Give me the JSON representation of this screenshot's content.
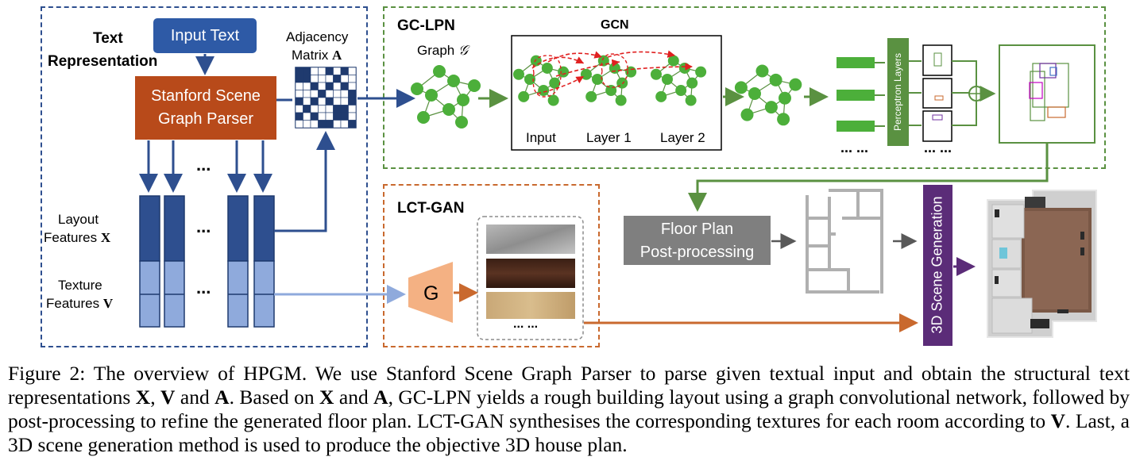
{
  "text_rep": {
    "title_line1": "Text",
    "title_line2": "Representation",
    "input_text": "Input Text",
    "parser_line1": "Stanford Scene",
    "parser_line2": "Graph Parser",
    "adjacency_line1": "Adjacency",
    "adjacency_line2": "Matrix",
    "adjacency_symbol": "A",
    "ellipsis": "...",
    "layout_line1": "Layout",
    "layout_line2": "Features",
    "layout_symbol": "X",
    "texture_line1": "Texture",
    "texture_line2": "Features",
    "texture_symbol": "V"
  },
  "gclpn": {
    "title": "GC-LPN",
    "graph_label": "Graph",
    "graph_symbol": "𝒢",
    "gcn_title": "GCN",
    "gcn_input": "Input",
    "gcn_layer1": "Layer 1",
    "gcn_layer2": "Layer 2",
    "perceptron": "Perceptron Layers",
    "dots_left": "... ...",
    "dots_right": "... ..."
  },
  "lctgan": {
    "title": "LCT-GAN",
    "generator": "G",
    "texture_dots": "... ..."
  },
  "post": {
    "line1": "Floor Plan",
    "line2": "Post-processing"
  },
  "scene3d": {
    "label": "3D Scene Generation"
  },
  "caption": {
    "fig_label": "Figure 2:",
    "p1": " The overview of HPGM. We use Stanford Scene Graph Parser to parse given textual input and obtain the structural text representations ",
    "X": "X",
    "sep1": ", ",
    "V": "V",
    "and": " and ",
    "A": "A",
    "p2": ". Based on ",
    "X2": "X",
    "and2": " and ",
    "A2": "A",
    "p3": ", GC-LPN yields a rough building layout using a graph convolutional network, followed by post-processing to refine the generated floor plan. LCT-GAN synthesises the corresponding textures for each room according to ",
    "V2": "V",
    "p4": ". Last, a 3D scene generation method is used to produce the objective 3D house plan."
  },
  "colors": {
    "blue_dark": "#2e4f8f",
    "blue_light": "#8faadc",
    "parser_red": "#b84a1a",
    "green": "#5a9141",
    "node_green": "#4caf3a",
    "orange": "#c9692e",
    "gray": "#7f7f7f",
    "purple": "#5b2c78",
    "red_dash": "#e02020"
  }
}
